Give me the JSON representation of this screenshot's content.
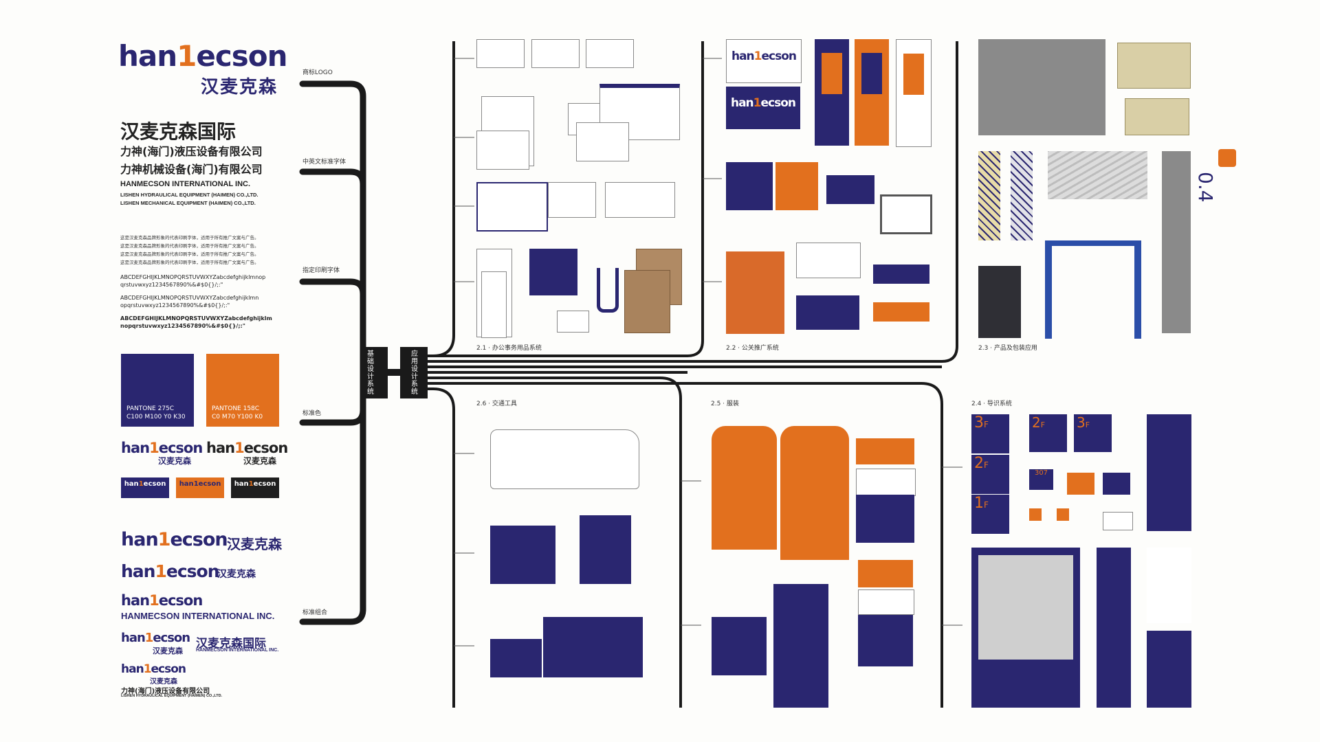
{
  "brand": {
    "logo_en": "han",
    "logo_one": "1",
    "logo_rest": "ecson",
    "logo_cn": "汉麦克森",
    "colors": {
      "navy": "#2a2670",
      "orange": "#e2701e",
      "gray": "#8a8a8a"
    }
  },
  "left_panel": {
    "company_cn_title": "汉麦克森国际",
    "company_cn_line2": "力神(海门)液压设备有限公司",
    "company_cn_line3": "力神机械设备(海门)有限公司",
    "company_en_line1": "HANMECSON INTERNATIONAL INC.",
    "company_en_line2": "LISHEN HYDRAULICAL EQUIPMENT (HAIMEN) CO.,LTD.",
    "company_en_line3": "LISHEN MECHANICAL EQUIPMENT (HAIMEN) CO.,LTD.",
    "font_sample_lines": [
      "这是汉麦克森品牌形象的代表印刷字体，适用于所有推广文案与广告。",
      "这是汉麦克森品牌形象的代表印刷字体，适用于所有推广文案与广告。",
      "这是汉麦克森品牌形象的代表印刷字体，适用于所有推广文案与广告。",
      "这是汉麦克森品牌形象的代表印刷字体，适用于所有推广文案与广告。"
    ],
    "alphabet_lines": [
      "ABCDEFGHIJKLMNOPQRSTUVWXYZabcdefghijklmnop",
      "qrstuvwxyz1234567890%&#$0{}/;:\"",
      "ABCDEFGHIJKLMNOPQRSTUVWXYZabcdefghijklmn",
      "opqrstuvwxyz1234567890%&#$0{}/;:\"",
      "ABCDEFGHIJKLMNOPQRSTUVWXYZabcdefghijklm",
      "nopqrstuvwxyz1234567890%&#$0{}/;:\""
    ],
    "swatch_navy_line1": "PANTONE 275C",
    "swatch_navy_line2": "C100 M100 Y0 K30",
    "swatch_orange_line1": "PANTONE 158C",
    "swatch_orange_line2": "C0 M70 Y100 K0",
    "combo_en": "HANMECSON INTERNATIONAL INC.",
    "combo_cn_intl": "汉麦克森国际",
    "combo_en_small": "HANMECSON INTERNATIONAL INC.",
    "combo_cn_company": "力神(海门)液压设备有限公司",
    "combo_en_company": "LISHEN HYDRAULICAL EQUIPMENT (HAIMEN) CO.,LTD."
  },
  "tree": {
    "base_title": "基础设计系统",
    "app_title": "应用设计系统",
    "base_branches": [
      "商标LOGO",
      "中英文标准字体",
      "指定印刷字体",
      "标准色",
      "标准组合"
    ],
    "section_labels": {
      "s21": "2.1 · 办公事务用品系统",
      "s22": "2.2 · 公关推广系统",
      "s23": "2.3 · 产品及包装应用",
      "s24": "2.4 · 导识系统",
      "s25": "2.5 · 服装",
      "s26": "2.6 · 交通工具"
    }
  },
  "page_number": "0.4",
  "signage": {
    "floor3": "3",
    "floor2": "2",
    "floor1": "1",
    "floor_suffix": "F",
    "room": "307"
  }
}
